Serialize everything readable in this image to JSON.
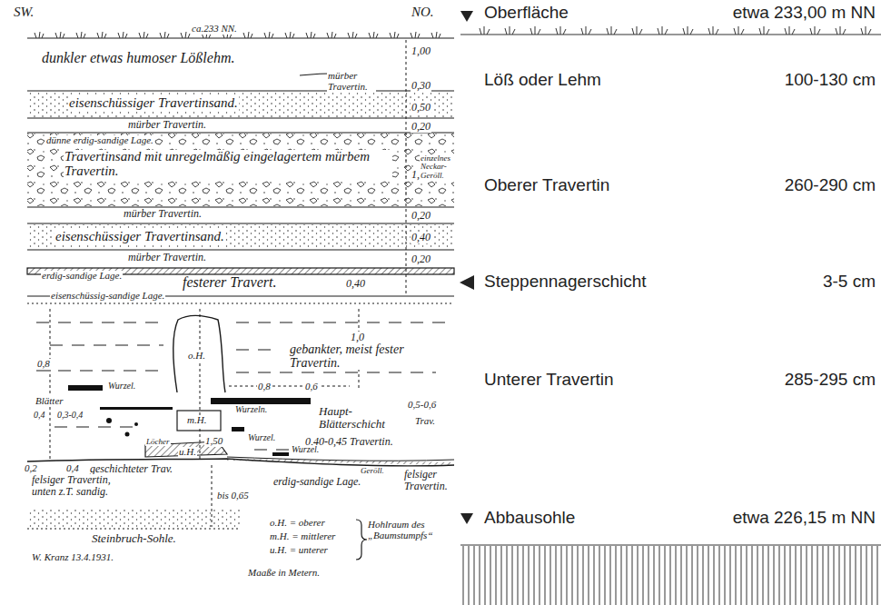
{
  "diagram": {
    "labels": [
      "SW.",
      "NO.",
      "ca.233 NN.",
      "dunkler etwas humoser Lößlehm.",
      "1,00",
      "mürber Travertin.",
      "0,30",
      "eisenschüssiger Travertinsand.",
      "0,50",
      "mürber Travertin.",
      "0,20",
      "dünne erdig-sandige Lage.",
      "Travertinsand mit unregelmäßig eingelagertem mürbem Travertin.",
      "1,10",
      "einzelnes Neckar-Geröll.",
      "mürber Travertin.",
      "0,20",
      "eisenschüssiger Travertinsand.",
      "0,40",
      "mürber Travertin.",
      "0,20",
      "erdig-sandige Lage.",
      "festerer Travert.",
      "0,40",
      "eisenschüssig-sandige Lage.",
      "0,8",
      "o.H.",
      "1,0",
      "gebankter, meist fester Travertin.",
      "Wurzel.",
      "Blätter",
      "0,4",
      "0,3-0,4",
      "m.H.",
      "1,50",
      "Löcher",
      "0,8",
      "0,6",
      "Wurzeln.",
      "Haupt-Blätterschicht",
      "0,5-0,6",
      "Trav.",
      "Wurzel.",
      "u.H.",
      "0,40-0,45 Travertin.",
      "0,2",
      "0,4",
      "geschichteter Trav.",
      "Wurzel.",
      "felsiger Travertin, unten z.T. sandig.",
      "bis 0,65",
      "erdig-sandige Lage.",
      "Geröll.",
      "felsiger Travertin.",
      "Steinbruch-Sohle.",
      "W. Kranz 13.4.1931.",
      "o.H. = oberer",
      "m.H. = mittlerer",
      "u.H. = unterer",
      "Hohlraum des „Baumstumpfs“",
      "Maaße in Metern.",
      "Oberfläche",
      "etwa 233,00 m NN",
      "Löß oder Lehm",
      "100-130 cm",
      "Oberer Travertin",
      "260-290 cm",
      "Steppennagerschicht",
      "3-5 cm",
      "Unterer Travertin",
      "285-295 cm",
      "Abbausohle",
      "etwa 226,15 m NN"
    ]
  }
}
